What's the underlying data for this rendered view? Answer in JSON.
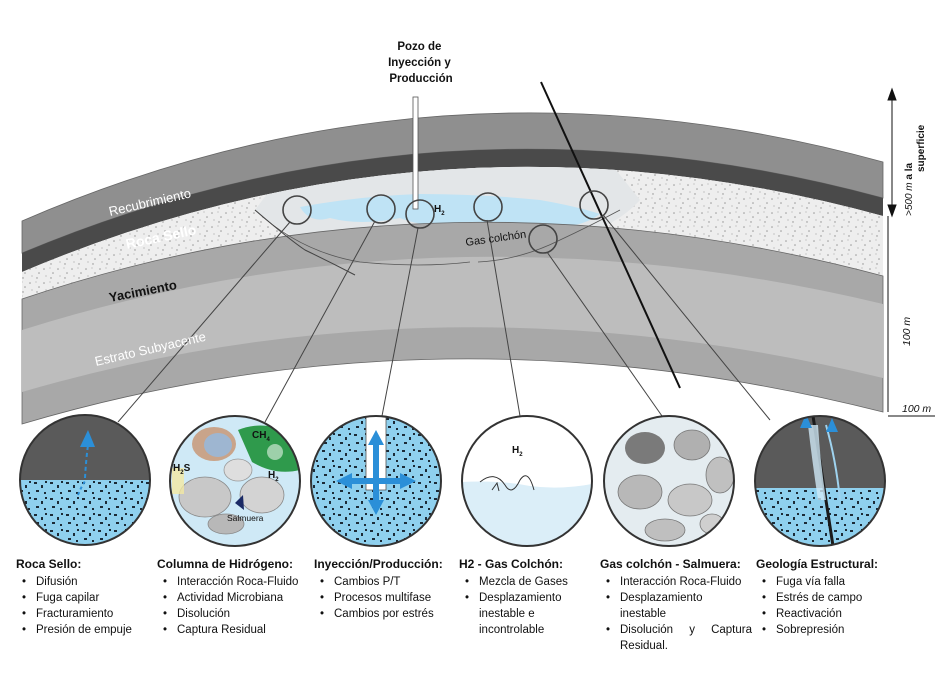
{
  "well_label": [
    "Pozo de",
    "Inyección y",
    "Producción"
  ],
  "layers": {
    "overburden": "Recubrimiento",
    "seal": "Roca Sello",
    "reservoir": "Yacimiento",
    "underburden": "Estrato Subyacente"
  },
  "annotations": {
    "h2": "H",
    "h2_sub": "2",
    "cushion_gas": "Gas colchón"
  },
  "scale": {
    "depth_value": ">500 m",
    "depth_text": " a la",
    "depth_text2": "superficie",
    "thickness": "100 m",
    "width": "100 m"
  },
  "circle_labels": {
    "ch4": "CH",
    "ch4_sub": "4",
    "h2s": "H",
    "h2s_sub": "2",
    "h2s_tail": "S",
    "h2_col": "H",
    "h2_col_sub": "2",
    "brine": "Salmuera",
    "h2_gas": "H",
    "h2_gas_sub": "2"
  },
  "panels": [
    {
      "title": "Roca Sello:",
      "items": [
        "Difusión",
        "Fuga capilar",
        "Fracturamiento",
        "Presión de empuje"
      ]
    },
    {
      "title": "Columna de Hidrógeno:",
      "items": [
        "Interacción Roca-Fluido",
        "Actividad Microbiana",
        "Disolución",
        "Captura Residual"
      ]
    },
    {
      "title": "Inyección/Producción:",
      "items": [
        "Cambios P/T",
        "Procesos multifase",
        "Cambios por estrés"
      ]
    },
    {
      "title": "H2 - Gas Colchón:",
      "items": [
        "Mezcla de Gases",
        "Desplazamiento inestable e incontrolable"
      ]
    },
    {
      "title": "Gas colchón - Salmuera:",
      "items": [
        "Interacción Roca-Fluido",
        "Desplazamiento inestable",
        "Disolución y Captura Residual."
      ]
    },
    {
      "title": "Geología Estructural:",
      "items": [
        "Fuga vía falla",
        "Estrés de campo",
        "Reactivación",
        "Sobrepresión"
      ]
    }
  ],
  "colors": {
    "overburden": "#8f8f8f",
    "seal": "#4a4a4a",
    "reservoir": "#ececec",
    "underburden": "#a8a8a8",
    "h2_blue": "#bfe3f5",
    "arrow_blue": "#2b8fd8"
  }
}
